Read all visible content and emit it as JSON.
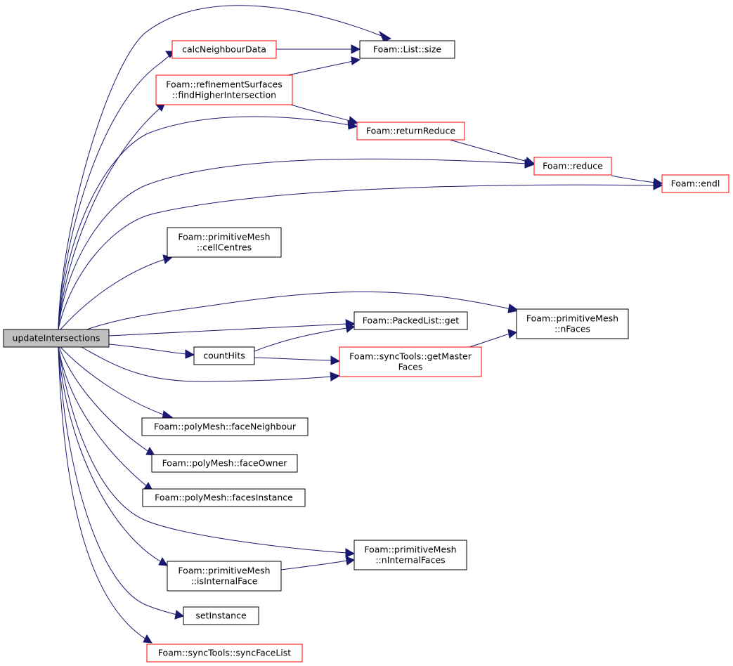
{
  "colors": {
    "edge": "#191970",
    "root_fill": "#bfbfbf",
    "root_border": "#000000",
    "normal_border": "#000000",
    "truncated_border": "#ff0000",
    "node_fill": "#ffffff"
  },
  "nodes": [
    {
      "id": "n0",
      "lines": [
        "updateIntersections"
      ],
      "style": "root"
    },
    {
      "id": "n1",
      "lines": [
        "calcNeighbourData"
      ],
      "style": "truncated"
    },
    {
      "id": "n2",
      "lines": [
        "Foam::List::size"
      ],
      "style": "normal"
    },
    {
      "id": "n3",
      "lines": [
        "Foam::refinementSurfaces",
        "::findHigherIntersection"
      ],
      "style": "truncated"
    },
    {
      "id": "n4",
      "lines": [
        "Foam::returnReduce"
      ],
      "style": "truncated"
    },
    {
      "id": "n5",
      "lines": [
        "Foam::reduce"
      ],
      "style": "truncated"
    },
    {
      "id": "n6",
      "lines": [
        "Foam::endl"
      ],
      "style": "truncated"
    },
    {
      "id": "n7",
      "lines": [
        "Foam::primitiveMesh",
        "::cellCentres"
      ],
      "style": "normal"
    },
    {
      "id": "n8",
      "lines": [
        "Foam::primitiveMesh",
        "::nFaces"
      ],
      "style": "normal"
    },
    {
      "id": "n9",
      "lines": [
        "Foam::PackedList::get"
      ],
      "style": "normal"
    },
    {
      "id": "n10",
      "lines": [
        "countHits"
      ],
      "style": "normal"
    },
    {
      "id": "n11",
      "lines": [
        "Foam::syncTools::getMaster",
        "Faces"
      ],
      "style": "truncated"
    },
    {
      "id": "n12",
      "lines": [
        "Foam::polyMesh::faceNeighbour"
      ],
      "style": "normal"
    },
    {
      "id": "n13",
      "lines": [
        "Foam::polyMesh::faceOwner"
      ],
      "style": "normal"
    },
    {
      "id": "n14",
      "lines": [
        "Foam::polyMesh::facesInstance"
      ],
      "style": "normal"
    },
    {
      "id": "n15",
      "lines": [
        "Foam::primitiveMesh",
        "::nInternalFaces"
      ],
      "style": "normal"
    },
    {
      "id": "n16",
      "lines": [
        "Foam::primitiveMesh",
        "::isInternalFace"
      ],
      "style": "normal"
    },
    {
      "id": "n17",
      "lines": [
        "setInstance"
      ],
      "style": "normal"
    },
    {
      "id": "n18",
      "lines": [
        "Foam::syncTools::syncFaceList"
      ],
      "style": "truncated"
    }
  ],
  "edges": [
    {
      "from": "n0",
      "to": "n1"
    },
    {
      "from": "n0",
      "to": "n2"
    },
    {
      "from": "n0",
      "to": "n3"
    },
    {
      "from": "n0",
      "to": "n4"
    },
    {
      "from": "n0",
      "to": "n5"
    },
    {
      "from": "n0",
      "to": "n6"
    },
    {
      "from": "n0",
      "to": "n7"
    },
    {
      "from": "n0",
      "to": "n8"
    },
    {
      "from": "n0",
      "to": "n9"
    },
    {
      "from": "n0",
      "to": "n10"
    },
    {
      "from": "n0",
      "to": "n11"
    },
    {
      "from": "n0",
      "to": "n12"
    },
    {
      "from": "n0",
      "to": "n13"
    },
    {
      "from": "n0",
      "to": "n14"
    },
    {
      "from": "n0",
      "to": "n15"
    },
    {
      "from": "n0",
      "to": "n16"
    },
    {
      "from": "n0",
      "to": "n17"
    },
    {
      "from": "n0",
      "to": "n18"
    },
    {
      "from": "n1",
      "to": "n2"
    },
    {
      "from": "n3",
      "to": "n2"
    },
    {
      "from": "n3",
      "to": "n4"
    },
    {
      "from": "n4",
      "to": "n5"
    },
    {
      "from": "n5",
      "to": "n6"
    },
    {
      "from": "n10",
      "to": "n9"
    },
    {
      "from": "n10",
      "to": "n11"
    },
    {
      "from": "n11",
      "to": "n8"
    },
    {
      "from": "n16",
      "to": "n15"
    }
  ]
}
